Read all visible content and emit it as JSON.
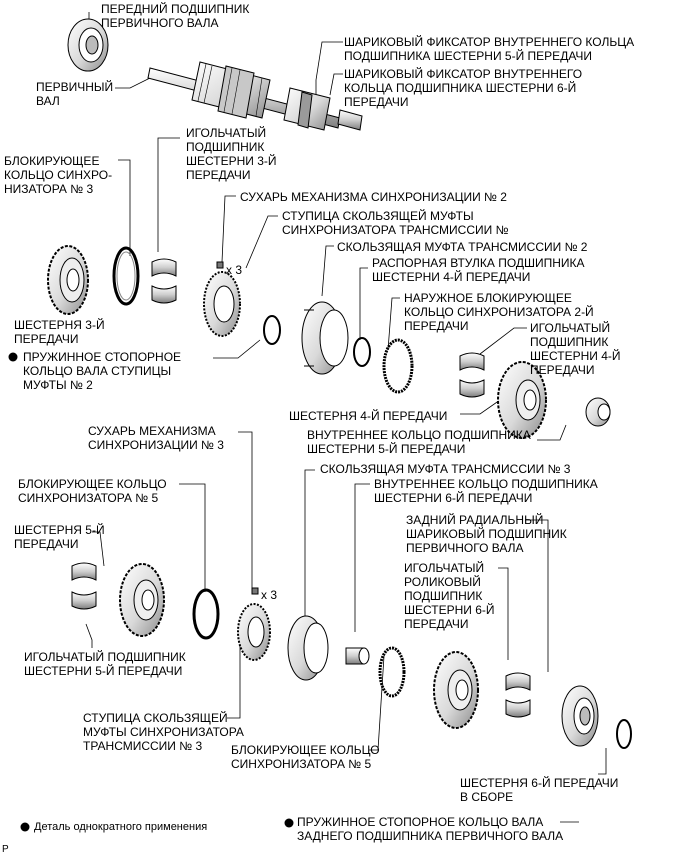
{
  "labels": {
    "front_bearing": "ПЕРЕДНИЙ ПОДШИПНИК\nПЕРВИЧНОГО ВАЛА",
    "input_shaft": "ПЕРВИЧНЫЙ\nВАЛ",
    "ball_5th": "ШАРИКОВЫЙ ФИКСАТОР ВНУТРЕННЕГО КОЛЬЦА\nПОДШИПНИКА ШЕСТЕРНИ 5-Й ПЕРЕДАЧИ",
    "ball_6th": "ШАРИКОВЫЙ ФИКСАТОР ВНУТРЕННЕГО\nКОЛЬЦА ПОДШИПНИКА ШЕСТЕРНИ 6-Й\nПЕРЕДАЧИ",
    "needle_3rd": "ИГОЛЬЧАТЫЙ\nПОДШИПНИК\nШЕСТЕРНИ 3-Й\nПЕРЕДАЧИ",
    "sync_ring_3": "БЛОКИРУЮЩЕЕ\nКОЛЬЦО СИНХРО-\nНИЗАТОРА № 3",
    "key_2": "СУХАРЬ МЕХАНИЗМА СИНХРОНИЗАЦИИ № 2",
    "hub_2": "СТУПИЦА СКОЛЬЗЯЩЕЙ МУФТЫ\nСИНХРОНИЗАТОРА ТРАНСМИССИИ №",
    "sleeve_2": "СКОЛЬЗЯЩАЯ МУФТА ТРАНСМИССИИ № 2",
    "spacer_4th": "РАСПОРНАЯ ВТУЛКА ПОДШИПНИКА\nШЕСТЕРНИ 4-Й ПЕРЕДАЧИ",
    "outer_sync_2nd": "НАРУЖНОЕ БЛОКИРУЮЩЕЕ\nКОЛЬЦО СИНХРОНИЗАТОРА 2-Й\nПЕРЕДАЧИ",
    "needle_4th": "ИГОЛЬЧАТЫЙ\nПОДШИПНИК\nШЕСТЕРНИ 4-Й\nПЕРЕДАЧИ",
    "gear_3rd": "ШЕСТЕРНЯ 3-Й\nПЕРЕДАЧИ",
    "snap_ring_hub2": "ПРУЖИННОЕ СТОПОРНОЕ\nКОЛЬЦО ВАЛА СТУПИЦЫ\nМУФТЫ № 2",
    "gear_4th": "ШЕСТЕРНЯ 4-Й ПЕРЕДАЧИ",
    "inner_race_5th": "ВНУТРЕННЕЕ КОЛЬЦО ПОДШИПНИКА\nШЕСТЕРНИ 5-Й ПЕРЕДАЧИ",
    "key_3": "СУХАРЬ МЕХАНИЗМА\nСИНХРОНИЗАЦИИ № 3",
    "sleeve_3": "СКОЛЬЗЯЩАЯ МУФТА ТРАНСМИССИИ № 3",
    "sync_ring_5_top": "БЛОКИРУЮЩЕЕ КОЛЬЦО\nСИНХРОНИЗАТОРА № 5",
    "inner_race_6th": "ВНУТРЕННЕЕ КОЛЬЦО ПОДШИПНИКА\nШЕСТЕРНИ 6-Й ПЕРЕДАЧИ",
    "gear_5th": "ШЕСТЕРНЯ 5-Й\nПЕРЕДАЧИ",
    "rear_bearing": "ЗАДНИЙ РАДИАЛЬНЫЙ\nШАРИКОВЫЙ ПОДШИПНИК\nПЕРВИЧНОГО ВАЛА",
    "needle_roller_6th": "ИГОЛЬЧАТЫЙ\nРОЛИКОВЫЙ\nПОДШИПНИК\nШЕСТЕРНИ 6-Й\nПЕРЕДАЧИ",
    "needle_5th": "ИГОЛЬЧАТЫЙ ПОДШИПНИК\nШЕСТЕРНИ 5-Й ПЕРЕДАЧИ",
    "hub_3": "СТУПИЦА СКОЛЬЗЯЩЕЙ\nМУФТЫ СИНХРОНИЗАТОРА\nТРАНСМИССИИ № 3",
    "sync_ring_5_bottom": "БЛОКИРУЮЩЕЕ КОЛЬЦО\nСИНХРОНИЗАТОРА № 5",
    "gear_6th_assy": "ШЕСТЕРНЯ 6-Й ПЕРЕДАЧИ\nВ СБОРЕ",
    "rear_snap_ring": "ПРУЖИННОЕ СТОПОРНОЕ КОЛЬЦО ВАЛА\nЗАДНЕГО ПОДШИПНИКА ПЕРВИЧНОГО ВАЛА"
  },
  "qty_markers": [
    "x 3",
    "x 3"
  ],
  "legend": {
    "text": "Деталь однократного применения"
  },
  "corner_mark": "P",
  "colors": {
    "ink": "#000000",
    "part_fill": "#f2f2f2",
    "part_shade": "#bdbdbd"
  }
}
